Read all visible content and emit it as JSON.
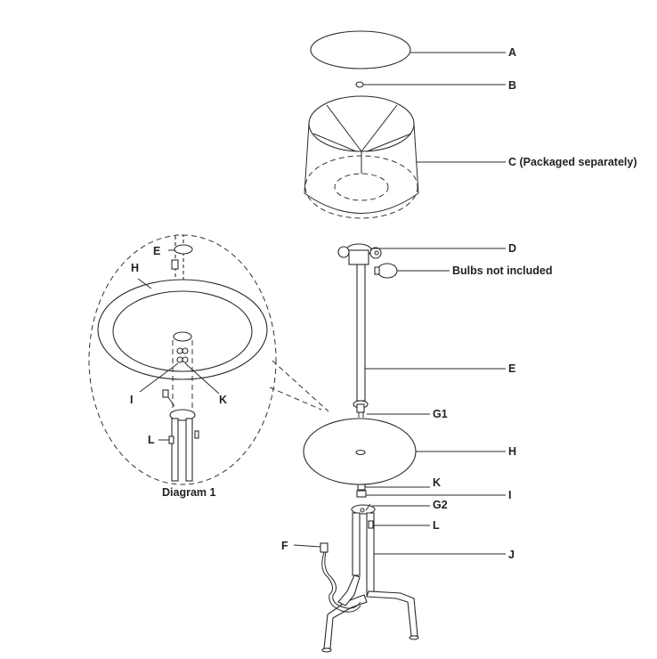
{
  "labels": {
    "A": "A",
    "B": "B",
    "C": "C (Packaged separately)",
    "D": "D",
    "bulbs": "Bulbs not included",
    "E": "E",
    "G1": "G1",
    "H": "H",
    "K": "K",
    "I": "I",
    "G2": "G2",
    "L": "L",
    "J": "J",
    "F": "F"
  },
  "detail": {
    "title": "Diagram 1",
    "E": "E",
    "H": "H",
    "I": "I",
    "K": "K",
    "L": "L"
  },
  "colors": {
    "line": "#2a2a2a",
    "text": "#222222",
    "background": "#ffffff"
  }
}
